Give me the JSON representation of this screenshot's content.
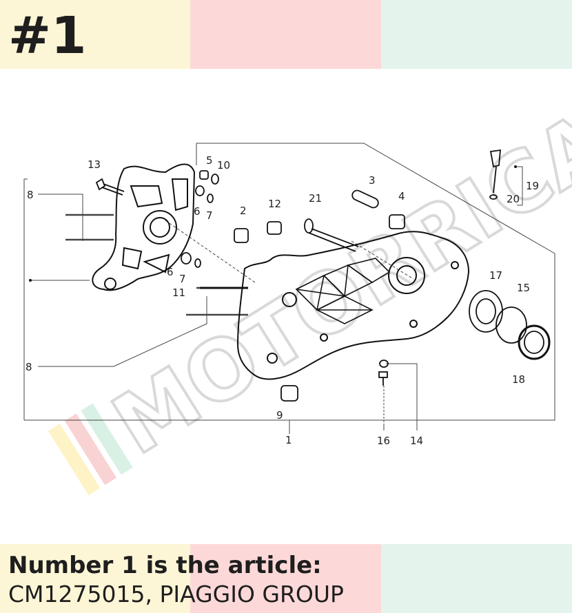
{
  "header": {
    "badge": "#1"
  },
  "caption": {
    "line1": "Number 1 is the article:",
    "line2": "CM1275015, PIAGGIO GROUP"
  },
  "watermark": {
    "text": "MOTORRICAMBI"
  },
  "colors": {
    "yellow": "#fdf6d6",
    "pink": "#fcd9d8",
    "mint": "#e4f4ec",
    "text": "#1e1e1e"
  },
  "labels": {
    "l1": "1",
    "l2": "2",
    "l3": "3",
    "l4": "4",
    "l5": "5",
    "l6a": "6",
    "l6b": "6",
    "l7a": "7",
    "l7b": "7",
    "l8a": "8",
    "l8b": "8",
    "l9": "9",
    "l10": "10",
    "l11": "11",
    "l12": "12",
    "l13": "13",
    "l14": "14",
    "l15": "15",
    "l16": "16",
    "l17": "17",
    "l18": "18",
    "l19": "19",
    "l20": "20",
    "l21": "21"
  }
}
